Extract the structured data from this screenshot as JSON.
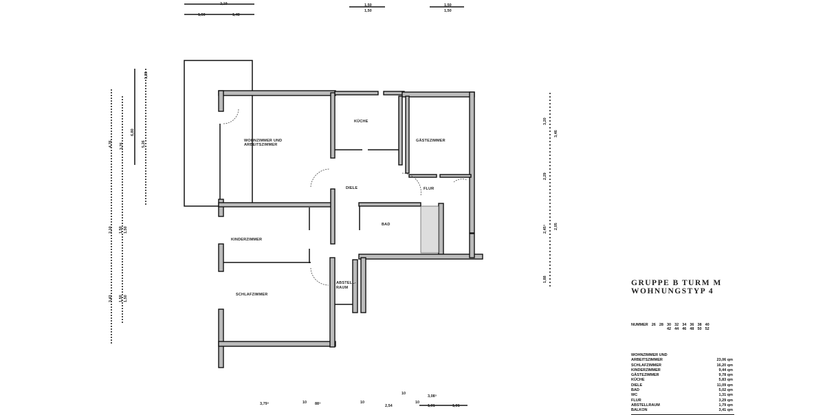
{
  "title": {
    "line1": "GRUPPE B TURM M",
    "line2": "WOHNUNGSTYP 4"
  },
  "numbers": {
    "label": "NUMMER",
    "values": [
      [
        "26"
      ],
      [
        "28"
      ],
      [
        "30",
        "42"
      ],
      [
        "32",
        "44"
      ],
      [
        "34",
        "46"
      ],
      [
        "36",
        "48"
      ],
      [
        "38",
        "50"
      ],
      [
        "40",
        "52"
      ]
    ]
  },
  "areas": [
    {
      "room": "WOHNZIMMER UND",
      "value": ""
    },
    {
      "room": "ARBEITSZIMMER",
      "value": "23,06 qm"
    },
    {
      "room": "SCHLAFZIMMER",
      "value": "16,20 qm"
    },
    {
      "room": "KINDERZIMMER",
      "value": "9,44 qm"
    },
    {
      "room": "GÄSTEZIMMER",
      "value": "9,78 qm"
    },
    {
      "room": "KÜCHE",
      "value": "5,83 qm"
    },
    {
      "room": "DIELE",
      "value": "11,09 qm"
    },
    {
      "room": "BAD",
      "value": "5,02 qm"
    },
    {
      "room": "WC",
      "value": "1,31 qm"
    },
    {
      "room": "FLUR",
      "value": "3,29 qm"
    },
    {
      "room": "ABSTELLRAUM",
      "value": "1,79 qm"
    },
    {
      "room": "BALKON",
      "value": "3,41 qm"
    }
  ],
  "rooms": {
    "wohn1": "WOHNZIMMER UND",
    "wohn2": "ARBEITSZIMMER",
    "kueche": "KÜCHE",
    "gaeste": "GÄSTEZIMMER",
    "diele": "DIELE",
    "flur": "FLUR",
    "bad": "BAD",
    "kinder": "KINDERZIMMER",
    "schlaf": "SCHLAFZIMMER",
    "abstell1": "ABSTELL-",
    "abstell2": "RAUM"
  },
  "dimensions": {
    "top": [
      "2,19",
      "1,50",
      "1,48",
      "1,50",
      "1,50",
      "1,50",
      "1,50"
    ],
    "bottom": [
      "3,79⁵",
      "10",
      "88⁵",
      "10",
      "2,54",
      "10",
      "3,08⁵",
      "10",
      "1,01",
      "1,01"
    ],
    "left": [
      "1,26",
      "4,76",
      "3,76",
      "6,80",
      "5,26",
      "2,10",
      "1,50",
      "1,50",
      "3,43",
      "1,50",
      "1,50"
    ],
    "right": [
      "3,20",
      "3,46",
      "2,29",
      "2,45⁵",
      "2,05",
      "1,88"
    ]
  }
}
